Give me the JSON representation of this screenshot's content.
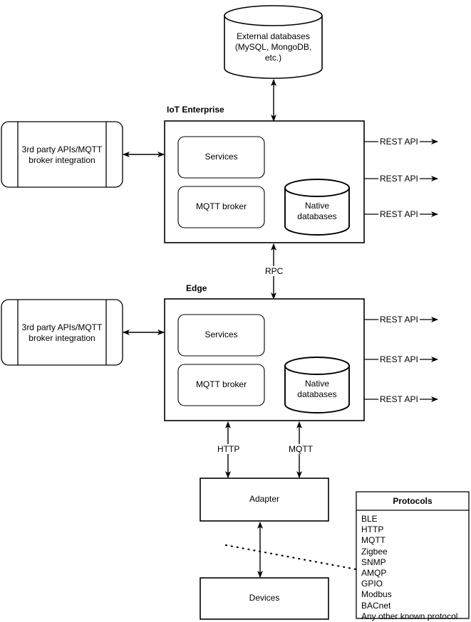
{
  "diagram": {
    "title": "IoT platform architecture diagram",
    "stroke_color": "#000000",
    "background_color": "#ffffff"
  },
  "nodes": {
    "external_databases": {
      "label": "External databases\n(MySQL, MongoDB,\netc.)",
      "shape": "cylinder"
    },
    "iot_enterprise": {
      "title": "IoT Enterprise",
      "shape": "rectangle",
      "children": {
        "services": {
          "label": "Services",
          "shape": "rounded-rectangle"
        },
        "mqtt_broker": {
          "label": "MQTT broker",
          "shape": "rounded-rectangle"
        },
        "native_databases": {
          "label": "Native\ndatabases",
          "shape": "cylinder"
        }
      }
    },
    "edge": {
      "title": "Edge",
      "shape": "rectangle",
      "children": {
        "services": {
          "label": "Services",
          "shape": "rounded-rectangle"
        },
        "mqtt_broker": {
          "label": "MQTT broker",
          "shape": "rounded-rectangle"
        },
        "native_databases": {
          "label": "Native\ndatabases",
          "shape": "cylinder"
        }
      }
    },
    "third_party_top": {
      "label": "3rd party APIs/MQTT\nbroker integration",
      "shape": "process"
    },
    "third_party_bottom": {
      "label": "3rd party APIs/MQTT\nbroker integration",
      "shape": "process"
    },
    "adapter": {
      "label": "Adapter",
      "shape": "rectangle"
    },
    "devices": {
      "label": "Devices",
      "shape": "rectangle"
    },
    "protocols": {
      "header": "Protocols",
      "items": [
        "BLE",
        "HTTP",
        "MQTT",
        "Zigbee",
        "SNMP",
        "AMQP",
        "GPIO",
        "Modbus",
        "BACnet",
        "Any other known protocol"
      ]
    }
  },
  "connectors": {
    "rpc": "RPC",
    "http": "HTTP",
    "mqtt": "MQTT",
    "rest_api_ent_1": "REST API",
    "rest_api_ent_2": "REST API",
    "rest_api_ent_3": "REST API",
    "rest_api_edge_1": "REST API",
    "rest_api_edge_2": "REST API",
    "rest_api_edge_3": "REST API"
  }
}
